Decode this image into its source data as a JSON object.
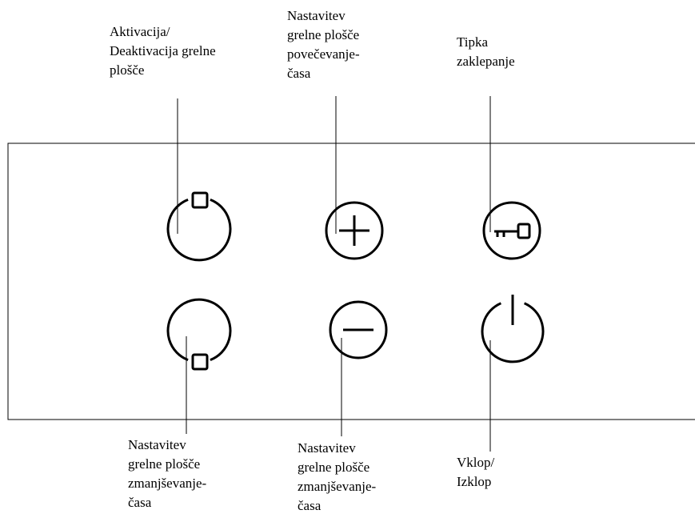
{
  "labels": {
    "top_left": "Aktivacija/\nDeaktivacija grelne\nplošče",
    "top_middle": "Nastavitev\ngrelne plošče\npovečevanje-\nčasa",
    "top_right": "Tipka\nzaklepanje",
    "bottom_left": "Nastavitev\ngrelne plošče\nzmanjševanje-\nčasa",
    "bottom_middle": "Nastavitev\ngrelne plošče\nzmanjševanje-\nčasa",
    "bottom_right": "Vklop/\nIzklop"
  },
  "buttons": {
    "activate_deactivate": "hob-select-icon",
    "increase_time": "plus-icon",
    "lock": "key-icon",
    "decrease_time_left": "hob-select-icon",
    "decrease_time_middle": "minus-icon",
    "power": "power-icon"
  },
  "colors": {
    "stroke": "#000000",
    "background": "#ffffff"
  }
}
